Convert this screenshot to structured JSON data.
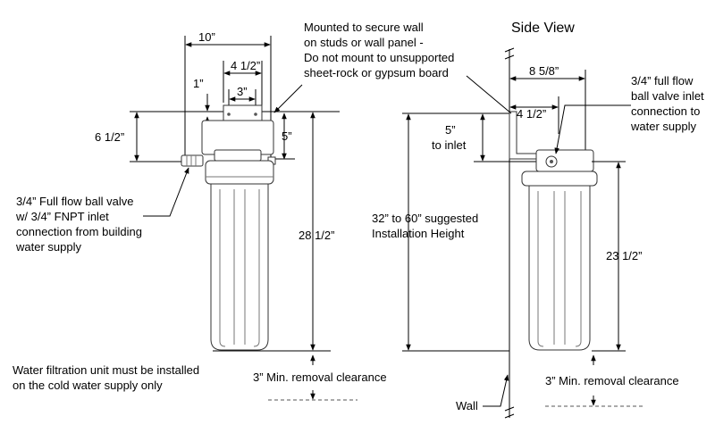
{
  "side_view_title": "Side View",
  "mount_note": [
    "Mounted to secure wall",
    "on studs or wall panel -",
    "Do not mount to unsupported",
    "sheet-rock or gypsum board"
  ],
  "front": {
    "dim_width": "10”",
    "dim_bracket": "4 1/2”",
    "dim_holes": "3”",
    "dim_hole_offset": "1”",
    "dim_inlet_height": "6 1/2”",
    "dim_inlet_drop": "5”",
    "dim_total_height": "28 1/2”",
    "inlet_note": [
      "3/4” Full flow ball valve",
      "w/ 3/4” FNPT inlet",
      "connection from building",
      "water supply"
    ],
    "cold_water_note": [
      "Water filtration unit must be installed",
      "on the cold water supply only"
    ],
    "clearance": "3” Min. removal clearance"
  },
  "side": {
    "dim_depth": "8 5/8”",
    "dim_bracket": "4 1/2”",
    "dim_inlet_label": [
      "5”",
      "to inlet"
    ],
    "install_height": [
      "32” to 60” suggested",
      "Installation Height"
    ],
    "dim_height": "23 1/2”",
    "valve_note": [
      "3/4”  full flow",
      "ball valve inlet",
      "connection to",
      "water supply"
    ],
    "wall_label": "Wall",
    "clearance": "3” Min. removal clearance"
  }
}
